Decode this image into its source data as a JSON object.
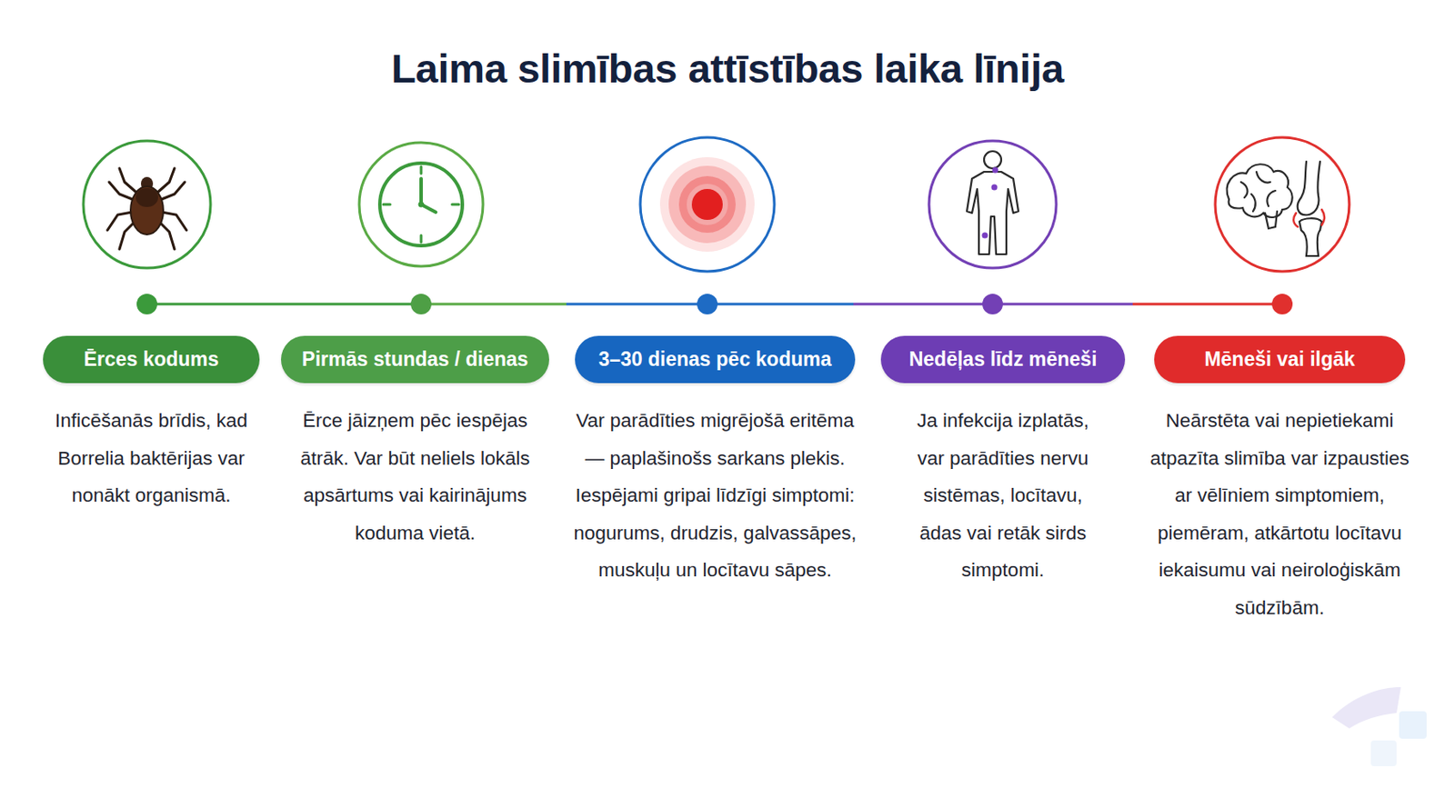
{
  "diagram": {
    "title": "Laima slimības attīstības laika līnija",
    "nodes": [
      {
        "text": [
          "Ērces kodums",
          "Inficēšanās brīdis, kad Borrelia baktērijas var nonākt organismā."
        ]
      },
      {
        "text": [
          "Pirmās stundas / dienas",
          "Ērce jāizņem pēc iespējas ātrāk. Var būt neliels lokāls apsārtums vai kairinājums koduma vietā."
        ]
      },
      {
        "text": [
          "3–30 dienas pēc koduma",
          "Var parādīties migrējošā eritēma — paplašinošs sarkans plekis. Iespējami gripai līdzīgi simptomi: nogurums, drudzis, galvassāpes, muskuļu un locītavu sāpes."
        ]
      },
      {
        "text": [
          "Nedēļas līdz mēneši",
          "Ja infekcija izplatās, var parādīties nervu sistēmas, locītavu, ādas vai retāk sirds simptomi."
        ]
      },
      {
        "text": [
          "Mēneši vai ilgāk",
          "Neārstēta vai nepietiekami atpazīta slimība var izpausties ar vēlīniem simptomiem, piemēram, atkārtotu locītavu iekaisumu vai neiroloģiskām sūdzībām."
        ]
      }
    ]
  }
}
